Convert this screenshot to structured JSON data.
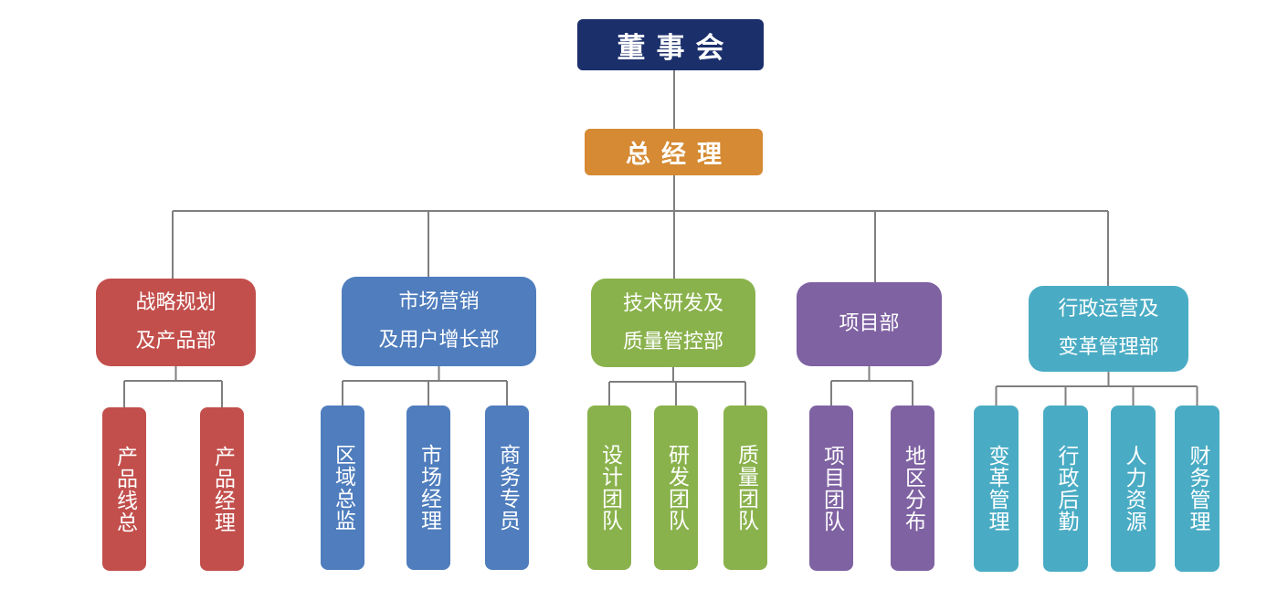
{
  "colors": {
    "board": "#1b2f6b",
    "gm": "#d58a33",
    "red": "#c24f4c",
    "blue": "#4f7dbd",
    "green": "#8ab24c",
    "purple": "#7f62a2",
    "teal": "#4aacc4",
    "line": "#7f7f7f"
  },
  "board": {
    "label": "董事会"
  },
  "gm": {
    "label": "总经理"
  },
  "departments": [
    {
      "label": "战略规划\n及产品部",
      "color": "red",
      "teams": [
        "产品线总",
        "产品经理"
      ]
    },
    {
      "label": "市场营销\n及用户增长部",
      "color": "blue",
      "teams": [
        "区域总监",
        "市场经理",
        "商务专员"
      ]
    },
    {
      "label": "技术研发及\n质量管控部",
      "color": "green",
      "teams": [
        "设计团队",
        "研发团队",
        "质量团队"
      ]
    },
    {
      "label": "项目部",
      "color": "purple",
      "teams": [
        "项目团队",
        "地区分布"
      ]
    },
    {
      "label": "行政运营及\n变革管理部",
      "color": "teal",
      "teams": [
        "变革管理",
        "行政后勤",
        "人力资源",
        "财务管理"
      ]
    }
  ]
}
